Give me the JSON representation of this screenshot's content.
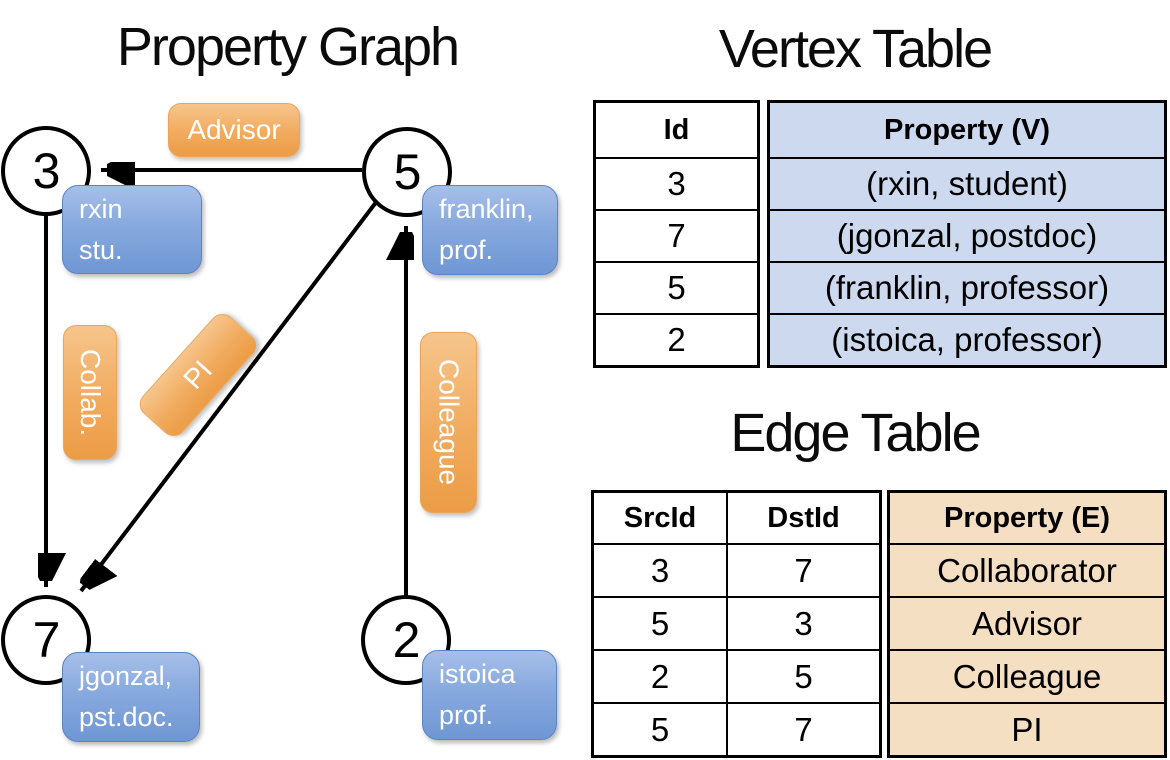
{
  "graph": {
    "title": "Property Graph",
    "vertices": {
      "v3": {
        "id": "3",
        "line1": "rxin",
        "line2": "stu."
      },
      "v5": {
        "id": "5",
        "line1": "franklin,",
        "line2": "prof."
      },
      "v7": {
        "id": "7",
        "line1": "jgonzal,",
        "line2": "pst.doc."
      },
      "v2": {
        "id": "2",
        "line1": "istoica",
        "line2": "prof."
      }
    },
    "edge_labels": {
      "advisor": "Advisor",
      "collab": "Collab.",
      "pi": "PI",
      "colleague": "Colleague"
    }
  },
  "vertex_table": {
    "title": "Vertex Table",
    "columns": {
      "id": "Id",
      "property": "Property (V)"
    },
    "rows": [
      {
        "id": "3",
        "property": "(rxin, student)"
      },
      {
        "id": "7",
        "property": "(jgonzal, postdoc)"
      },
      {
        "id": "5",
        "property": "(franklin, professor)"
      },
      {
        "id": "2",
        "property": "(istoica, professor)"
      }
    ]
  },
  "edge_table": {
    "title": "Edge Table",
    "columns": {
      "src": "SrcId",
      "dst": "DstId",
      "property": "Property (E)"
    },
    "rows": [
      {
        "src": "3",
        "dst": "7",
        "property": "Collaborator"
      },
      {
        "src": "5",
        "dst": "3",
        "property": "Advisor"
      },
      {
        "src": "2",
        "dst": "5",
        "property": "Colleague"
      },
      {
        "src": "5",
        "dst": "7",
        "property": "PI"
      }
    ]
  },
  "colors": {
    "vertex_box_blue": "#7f9fd9",
    "edge_pill_orange": "#f0a95c",
    "vertex_table_fill": "#cdd9ee",
    "edge_table_fill": "#f5dfc3",
    "line_black": "#000000"
  }
}
